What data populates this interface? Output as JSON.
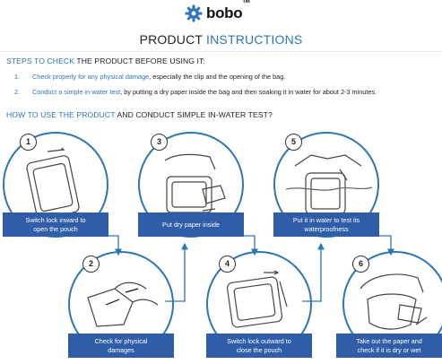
{
  "logo": {
    "icon": "gear-icon",
    "text": "bobo",
    "tm": "TM"
  },
  "title": {
    "part1": "PRODUCT",
    "part2": "INSTRUCTIONS"
  },
  "check_section": {
    "heading_blue": "STEPS TO CHECK",
    "heading_rest": "THE PRODUCT BEFORE USING IT:",
    "items": [
      {
        "num": "1.",
        "highlight": "Check properly for any physical damage",
        "rest": ", especially the clip and the opening of the bag."
      },
      {
        "num": "2.",
        "highlight": "Conduct a simple in-water test",
        "rest": ", by putting a dry paper inside the bag and then soaking it in water for about 2-3 minutes."
      }
    ]
  },
  "usage_section": {
    "heading_blue": "HOW TO USE THE PRODUCT",
    "heading_rest": "AND CONDUCT SIMPLE IN-WATER TEST?"
  },
  "steps": [
    {
      "num": "1",
      "line1": "Switch lock inward to",
      "line2": "open the pouch"
    },
    {
      "num": "2",
      "line1": "Check for physical",
      "line2": "damages"
    },
    {
      "num": "3",
      "line1": "Put dry paper inside",
      "line2": ""
    },
    {
      "num": "4",
      "line1": "Switch lock outward to",
      "line2": "close the pouch"
    },
    {
      "num": "5",
      "line1": "Put it in water to test its",
      "line2": "waterproofness"
    },
    {
      "num": "6",
      "line1": "Take out the paper and",
      "line2": "check if it is dry or wet"
    }
  ],
  "colors": {
    "accent": "#2e75b6",
    "label_bg": "#2f5da8"
  }
}
